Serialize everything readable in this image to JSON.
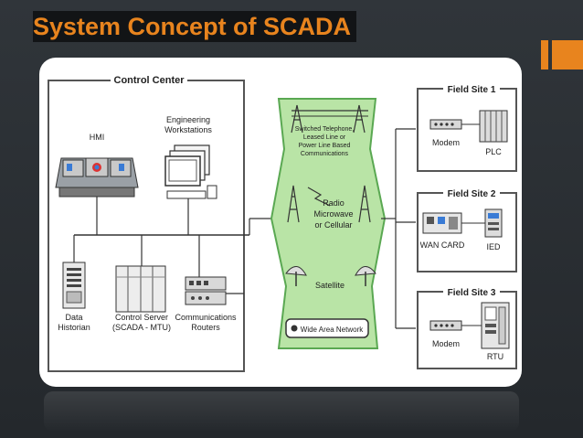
{
  "slide": {
    "title": "System Concept of SCADA"
  },
  "diagram": {
    "control_center": {
      "label": "Control Center",
      "hmi": "HMI",
      "workstations": [
        "Engineering",
        "Workstations"
      ],
      "historian": [
        "Data",
        "Historian"
      ],
      "server": [
        "Control Server",
        "(SCADA - MTU)"
      ],
      "routers": [
        "Communications",
        "Routers"
      ]
    },
    "wan": {
      "telephone": [
        "Switched Telephone,",
        "Leased Line or",
        "Power Line Based",
        "Communications"
      ],
      "radio": [
        "Radio",
        "Microwave",
        "or Cellular"
      ],
      "satellite": "Satellite",
      "label": "Wide Area Network"
    },
    "field_sites": [
      {
        "title": "Field Site 1",
        "left_device": "Modem",
        "right_device": "PLC"
      },
      {
        "title": "Field Site 2",
        "left_device": "WAN CARD",
        "right_device": "IED"
      },
      {
        "title": "Field Site 3",
        "left_device": "Modem",
        "right_device": "RTU"
      }
    ],
    "colors": {
      "title": "#e8841e",
      "wan_fill": "#b9e4a6",
      "wan_border": "#5aa852",
      "monitor": "#c9c9c9"
    }
  }
}
